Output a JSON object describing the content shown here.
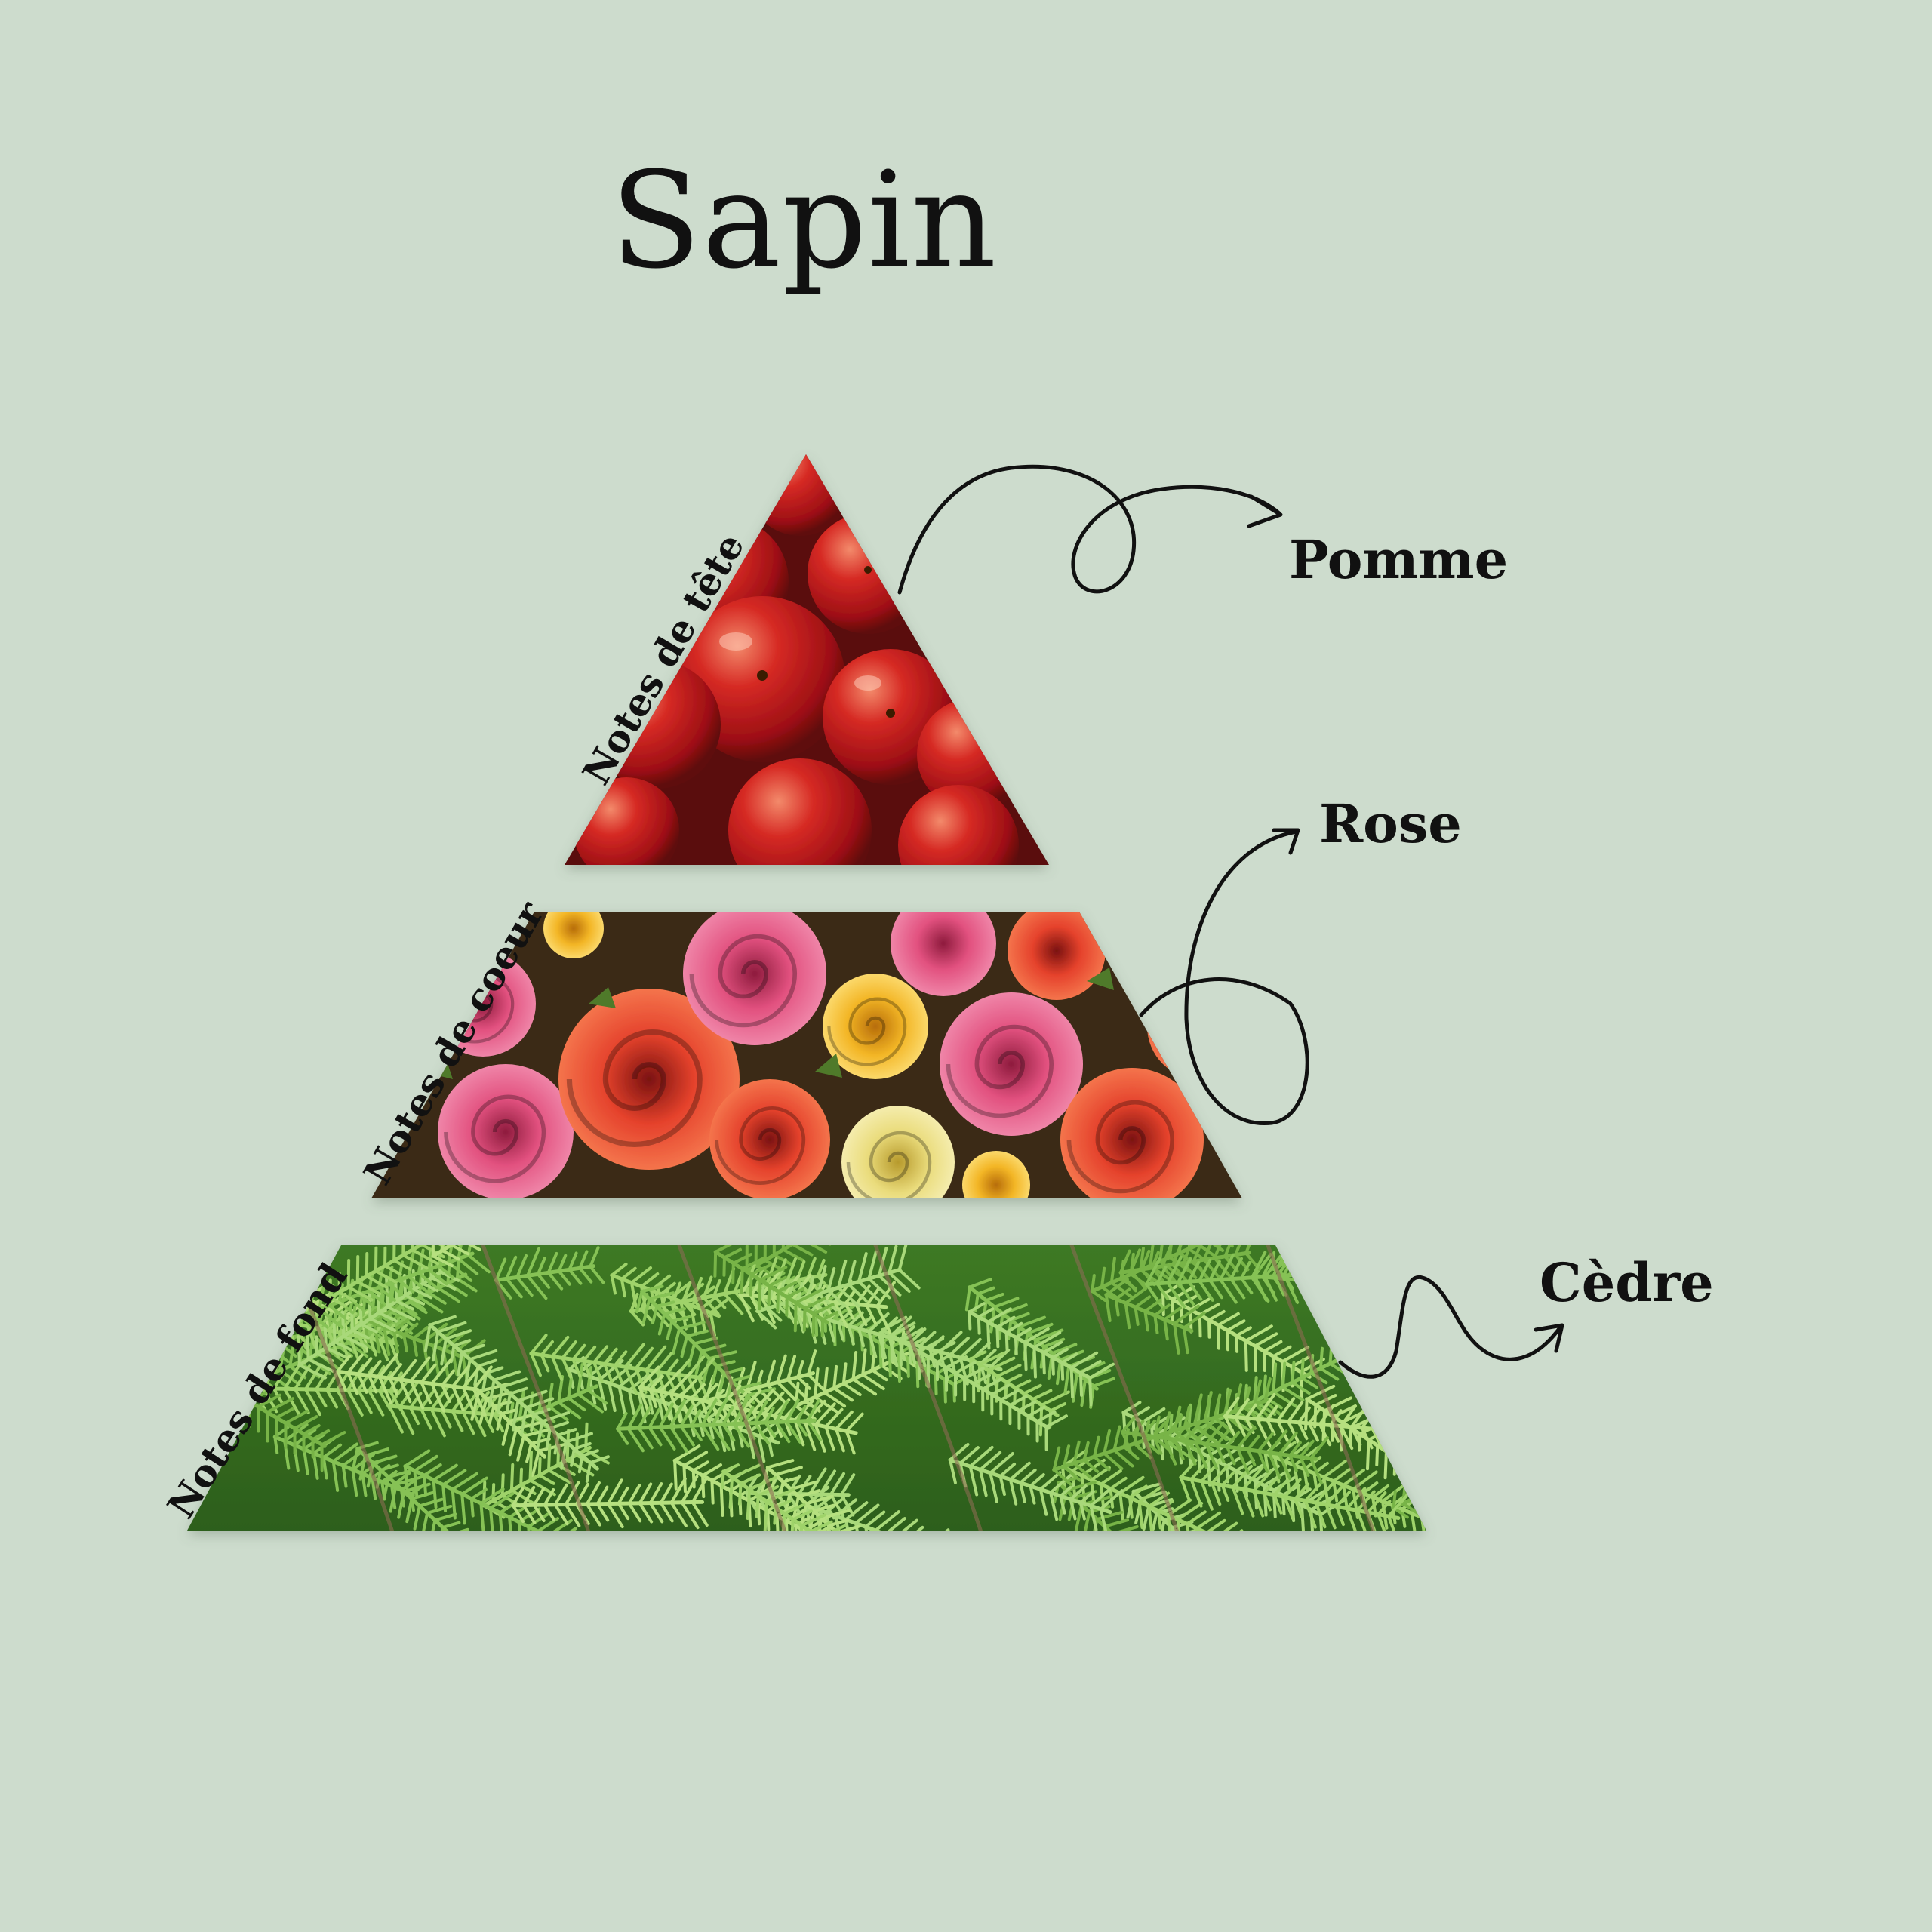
{
  "title": "Sapin",
  "tiers": [
    {
      "level_label": "Notes de tête",
      "note": "Pomme",
      "image": "apples"
    },
    {
      "level_label": "Notes de coeur",
      "note": "Rose",
      "image": "roses"
    },
    {
      "level_label": "Notes de fond",
      "note": "Cèdre",
      "image": "cedar-branches"
    }
  ],
  "colors": {
    "background": "#cddccd",
    "apple": "#c0161c",
    "rose_pink": "#e0457a",
    "rose_red": "#e0322a",
    "rose_yellow": "#f1b323",
    "cedar": "#6fa83b",
    "ink": "#111111"
  }
}
